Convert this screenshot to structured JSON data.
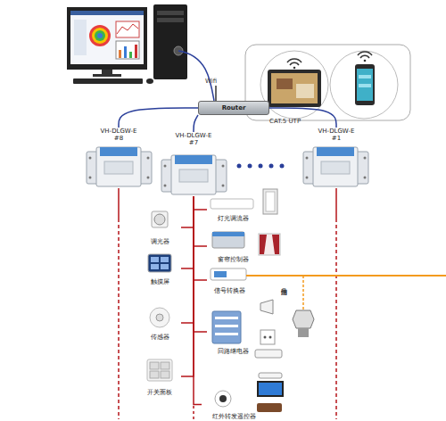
{
  "diagram": {
    "nodes": [
      {
        "text": [
          "Router"
        ]
      },
      {
        "text": [
          "VH-DLGW-E",
          "#8"
        ]
      },
      {
        "text": [
          "VH-DLGW-E",
          "#7"
        ]
      },
      {
        "text": [
          "VH-DLGW-E",
          "#1"
        ]
      },
      {
        "text": [
          "灯光调流器"
        ]
      },
      {
        "text": [
          "调光器"
        ]
      },
      {
        "text": [
          "窗帘控制器"
        ]
      },
      {
        "text": [
          "触摸屏"
        ]
      },
      {
        "text": [
          "信号转换器"
        ]
      },
      {
        "text": [
          "传感器"
        ]
      },
      {
        "text": [
          "回路继电器"
        ]
      },
      {
        "text": [
          "开关面板"
        ]
      },
      {
        "text": [
          "红外转发遥控器"
        ]
      }
    ],
    "edges": [
      {
        "from": 0,
        "to": 1,
        "arrow": "none"
      },
      {
        "from": 0,
        "to": 2,
        "arrow": "none"
      },
      {
        "from": 0,
        "to": 3,
        "arrow": "none"
      },
      {
        "from": 2,
        "to": 4,
        "arrow": "none"
      },
      {
        "from": 2,
        "to": 5,
        "arrow": "none"
      },
      {
        "from": 2,
        "to": 6,
        "arrow": "none"
      },
      {
        "from": 2,
        "to": 7,
        "arrow": "none"
      },
      {
        "from": 2,
        "to": 8,
        "arrow": "none"
      },
      {
        "from": 2,
        "to": 9,
        "arrow": "none"
      },
      {
        "from": 2,
        "to": 10,
        "arrow": "none"
      },
      {
        "from": 2,
        "to": 11,
        "arrow": "none"
      },
      {
        "from": 2,
        "to": 12,
        "arrow": "none"
      }
    ],
    "labels": [
      "Wifi",
      "CAT.5 UTP",
      "消防信号"
    ]
  }
}
